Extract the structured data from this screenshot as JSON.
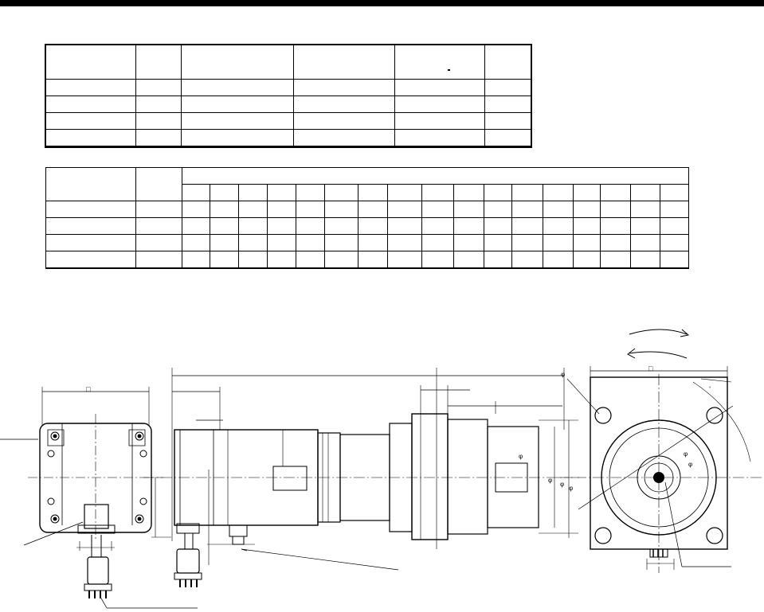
{
  "header": {
    "bar_color": "#000000"
  },
  "table_top": {
    "rows": 5,
    "col_widths": [
      113,
      57,
      141,
      127,
      113,
      58
    ],
    "cells": []
  },
  "table_bottom": {
    "rows": 6,
    "merged_header_cols": 17,
    "cells": []
  },
  "drawing": {
    "views": [
      "end-view-left",
      "side-view",
      "flange-end-view"
    ],
    "line_color": "#000000",
    "symbols": {
      "square_a": "□",
      "square_b": "□",
      "phi_top": "φ",
      "phi_shaft": "φ",
      "phi_pilot": "φ",
      "phi_flange": "φ",
      "phi_bolt": "φ",
      "phi_pcd": "φ",
      "degree": "°"
    }
  }
}
